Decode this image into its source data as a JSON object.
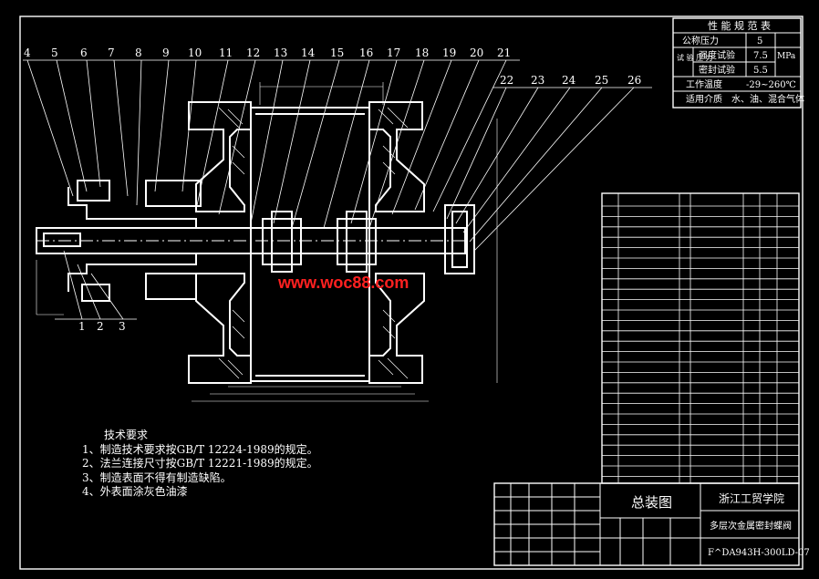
{
  "callouts_top": [
    "4",
    "5",
    "6",
    "7",
    "8",
    "9",
    "10",
    "11",
    "12",
    "13",
    "14",
    "15",
    "16",
    "17",
    "18",
    "19",
    "20",
    "21"
  ],
  "callouts_right": [
    "22",
    "23",
    "24",
    "25",
    "26"
  ],
  "callouts_bottom": [
    "1",
    "2",
    "3"
  ],
  "watermark": "www.woc88.com",
  "performance_table": {
    "title": "性 能 规 范 表",
    "rows": [
      {
        "label": "公称压力",
        "value": "5"
      },
      {
        "label": "强度试验",
        "value": "7.5"
      },
      {
        "label": "密封试验",
        "value": "5.5"
      },
      {
        "label": "工作温度",
        "value": "-29~260℃"
      },
      {
        "label": "适用介质",
        "value": "水、油、混合气体"
      }
    ],
    "test_label": "试 验 压 力",
    "unit": "MPa"
  },
  "tech_requirements": {
    "heading": "技术要求",
    "items": [
      "1、制造技术要求按GB/T 12224-1989的规定。",
      "2、法兰连接尺寸按GB/T 12221-1989的规定。",
      "3、制造表面不得有制造缺陷。",
      "4、外表面涂灰色油漆"
    ]
  },
  "title_block": {
    "drawing_title": "总装图",
    "school": "浙江工贸学院",
    "product": "多层次金属密封蝶阀",
    "drawing_number": "F^DA943H-300LD-07"
  }
}
